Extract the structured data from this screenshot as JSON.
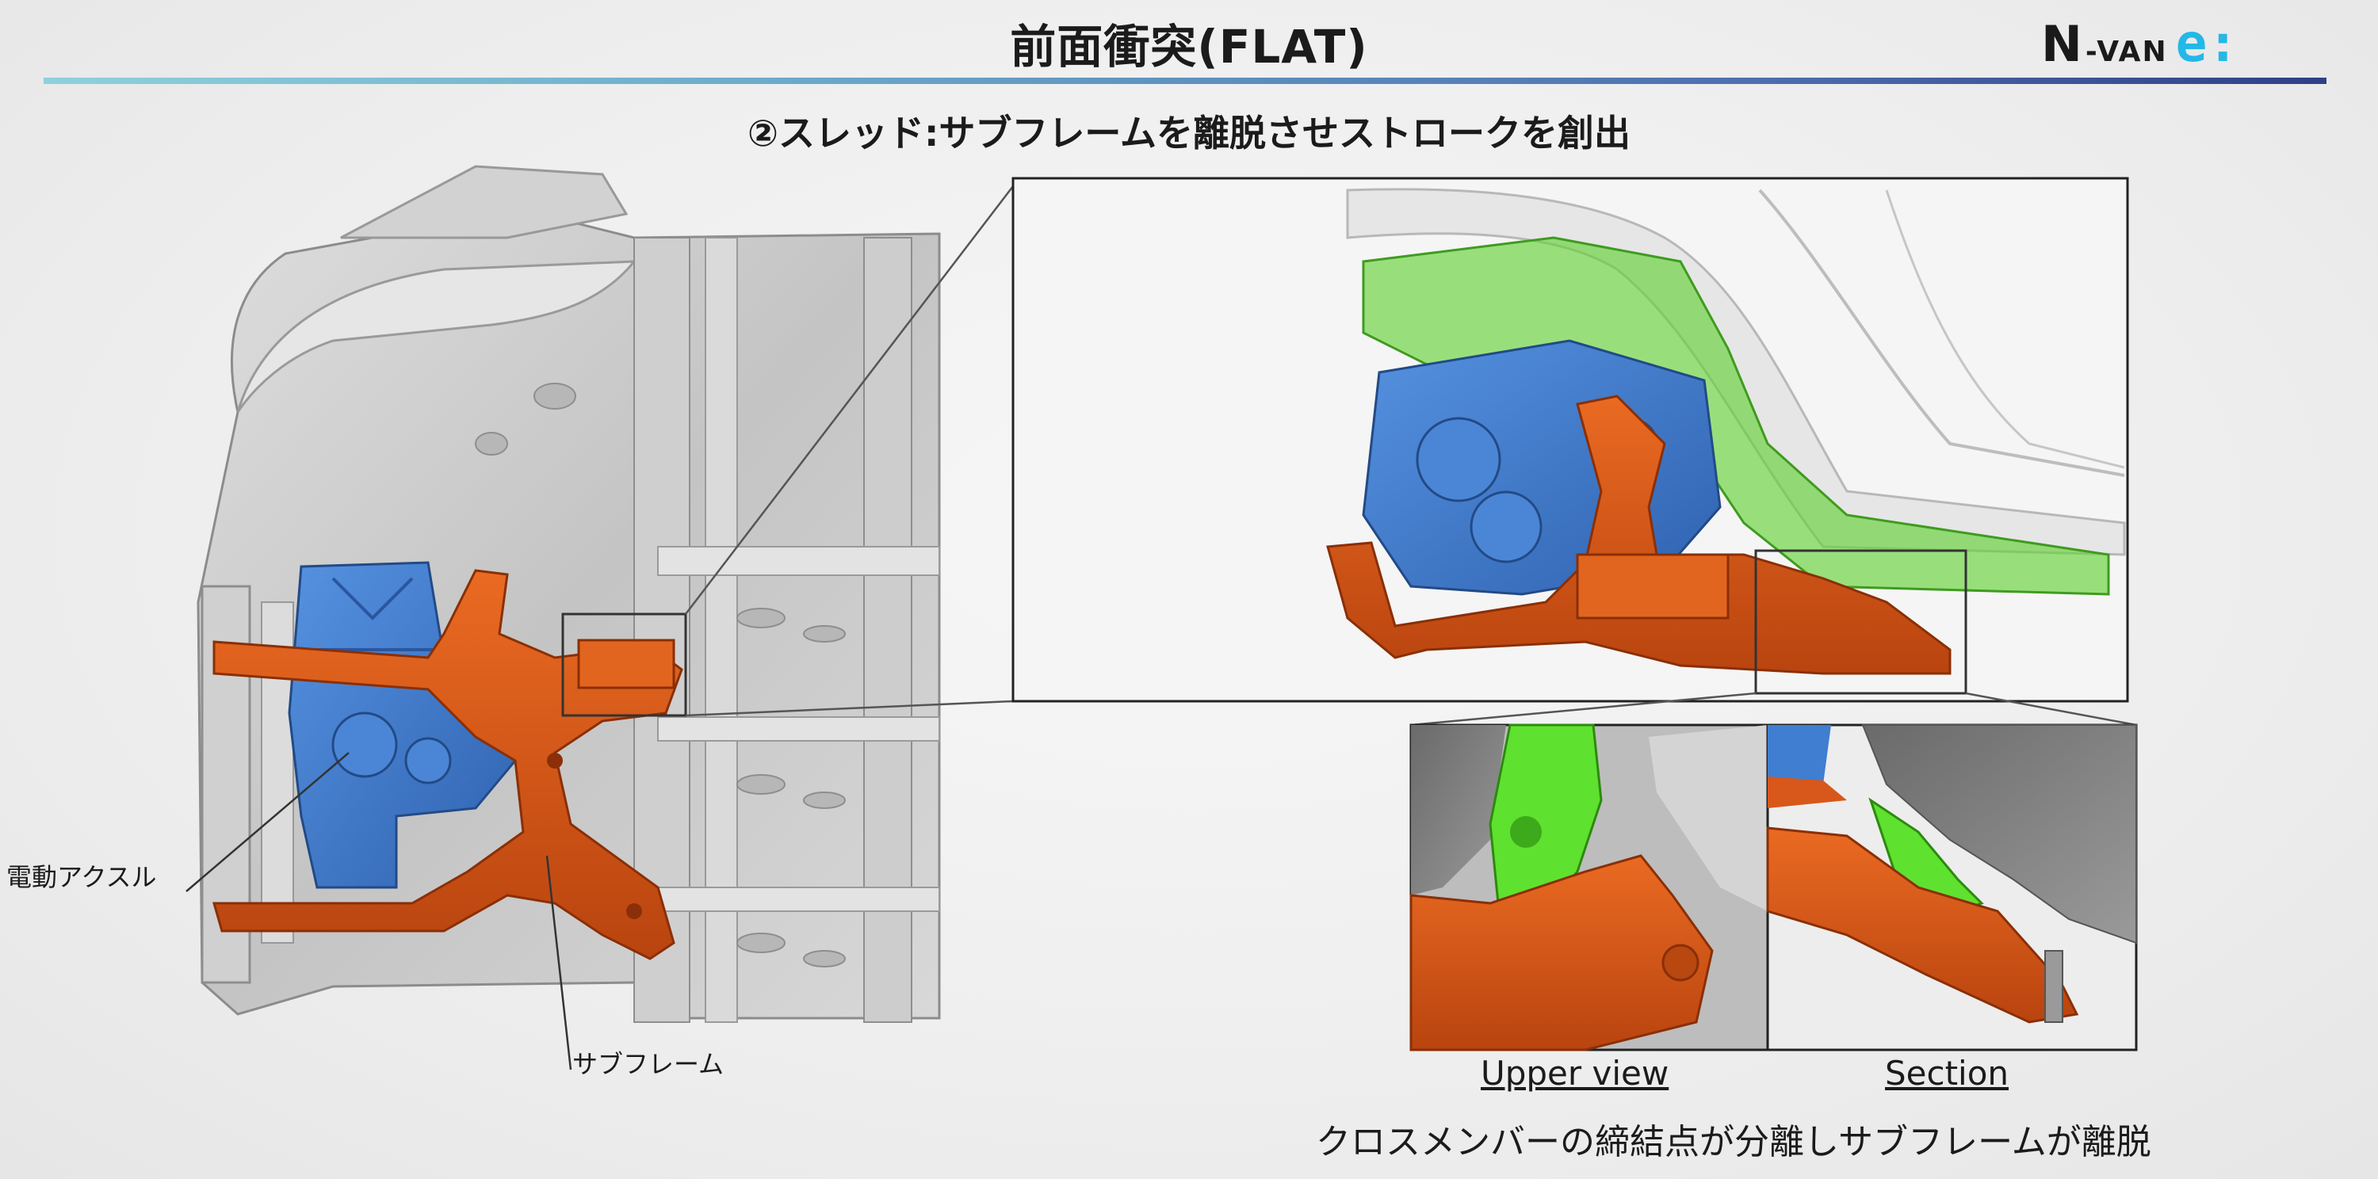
{
  "header": {
    "title": "前面衝突(FLAT)",
    "logo_n": "N",
    "logo_van": "-VAN",
    "logo_e": "e:"
  },
  "subtitle": "②スレッド:サブフレームを離脱させストロークを創出",
  "labels": {
    "electric_axle": "電動アクスル",
    "subframe": "サブフレーム"
  },
  "detail_captions": {
    "upper_view": "Upper view",
    "section": "Section"
  },
  "bottom_caption": "クロスメンバーの締結点が分離しサブフレームが離脱",
  "colors": {
    "subframe_orange": "#d8571a",
    "axle_blue": "#3f7ed0",
    "body_gray": "#c9c9c9",
    "green_part": "#66d23a",
    "accent_rule": "#4d6fae",
    "logo_blue": "#23b8e8"
  }
}
